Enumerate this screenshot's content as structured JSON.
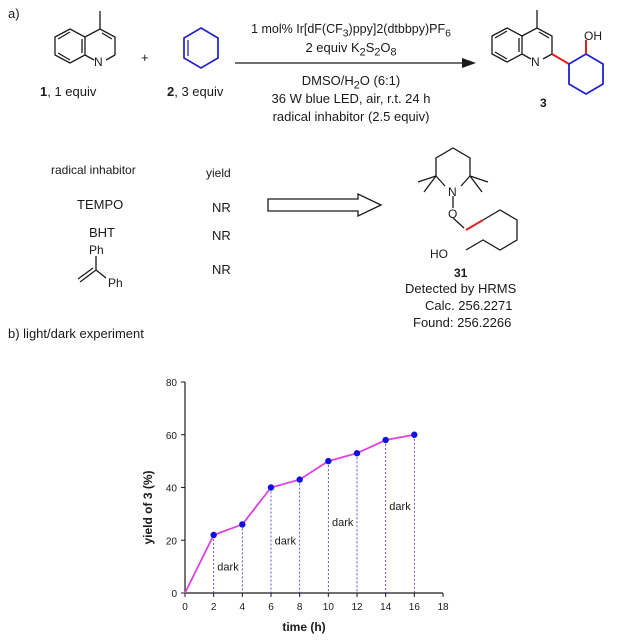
{
  "section_a": {
    "label": "a)",
    "reactant1": {
      "number": "1",
      "equiv": ", 1 equiv",
      "atom_n": "N"
    },
    "plus": "+",
    "reactant2": {
      "number": "2",
      "equiv": ", 3 equiv"
    },
    "conditions": {
      "catalyst": "1 mol% Ir[dF(CF3)ppy]2(dtbbpy)PF6",
      "oxidant": "2 equiv K2S2O8",
      "solvent": "DMSO/H2O (6:1)",
      "light": "36 W blue LED, air, r.t. 24 h",
      "additive": "radical inhabitor (2.5 equiv)"
    },
    "product": {
      "number": "3",
      "oh": "OH",
      "atom_n": "N"
    }
  },
  "inhibitor_table": {
    "header_inhibitor": "radical inhabitor",
    "header_yield": "yield",
    "rows": [
      {
        "name": "TEMPO",
        "yield": "NR"
      },
      {
        "name": "BHT",
        "yield": "NR"
      },
      {
        "name": "",
        "yield": "NR",
        "substituent_top": "Ph",
        "substituent_right": "Ph"
      }
    ]
  },
  "adduct": {
    "number": "31",
    "atom_n": "N",
    "atom_o": "O",
    "ho": "HO",
    "detected": "Detected by HRMS",
    "calc": "Calc. 256.2271",
    "found": "Found: 256.2266"
  },
  "section_b": {
    "label": "b) light/dark experiment"
  },
  "chart_data": {
    "type": "line",
    "xlabel": "time (h)",
    "ylabel": "yield of 3 (%)",
    "xlim": [
      0,
      18
    ],
    "ylim": [
      0,
      80
    ],
    "xticks": [
      0,
      2,
      4,
      6,
      8,
      10,
      12,
      14,
      16,
      18
    ],
    "yticks": [
      0,
      20,
      40,
      60,
      80
    ],
    "grid": false,
    "series": [
      {
        "name": "",
        "color": "#e040e0",
        "marker_color": "#1010e0",
        "x": [
          0,
          2,
          4,
          6,
          8,
          10,
          12,
          14,
          16
        ],
        "y": [
          0,
          22,
          26,
          40,
          43,
          50,
          53,
          58,
          60
        ]
      }
    ],
    "annotations": [
      "dark",
      "dark",
      "dark",
      "dark"
    ],
    "annotation_x": [
      3,
      7,
      11,
      15
    ],
    "annotation_y": [
      10,
      20,
      27,
      33
    ],
    "dashed_drop_lines": true,
    "drop_line_color": "#3030d0"
  }
}
